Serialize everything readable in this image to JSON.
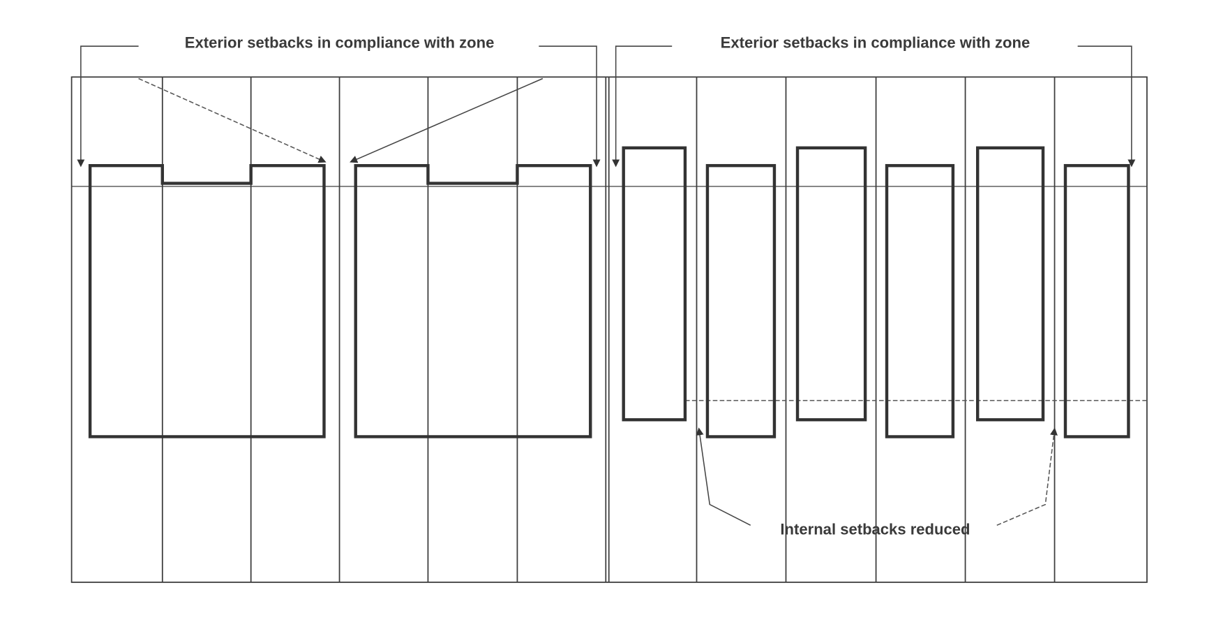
{
  "labels": {
    "exterior_left": "Exterior setbacks in compliance with zone",
    "exterior_right": "Exterior setbacks in compliance with zone",
    "internal": "Internal setbacks reduced"
  },
  "colors": {
    "line": "#333333",
    "background": "#ffffff"
  }
}
